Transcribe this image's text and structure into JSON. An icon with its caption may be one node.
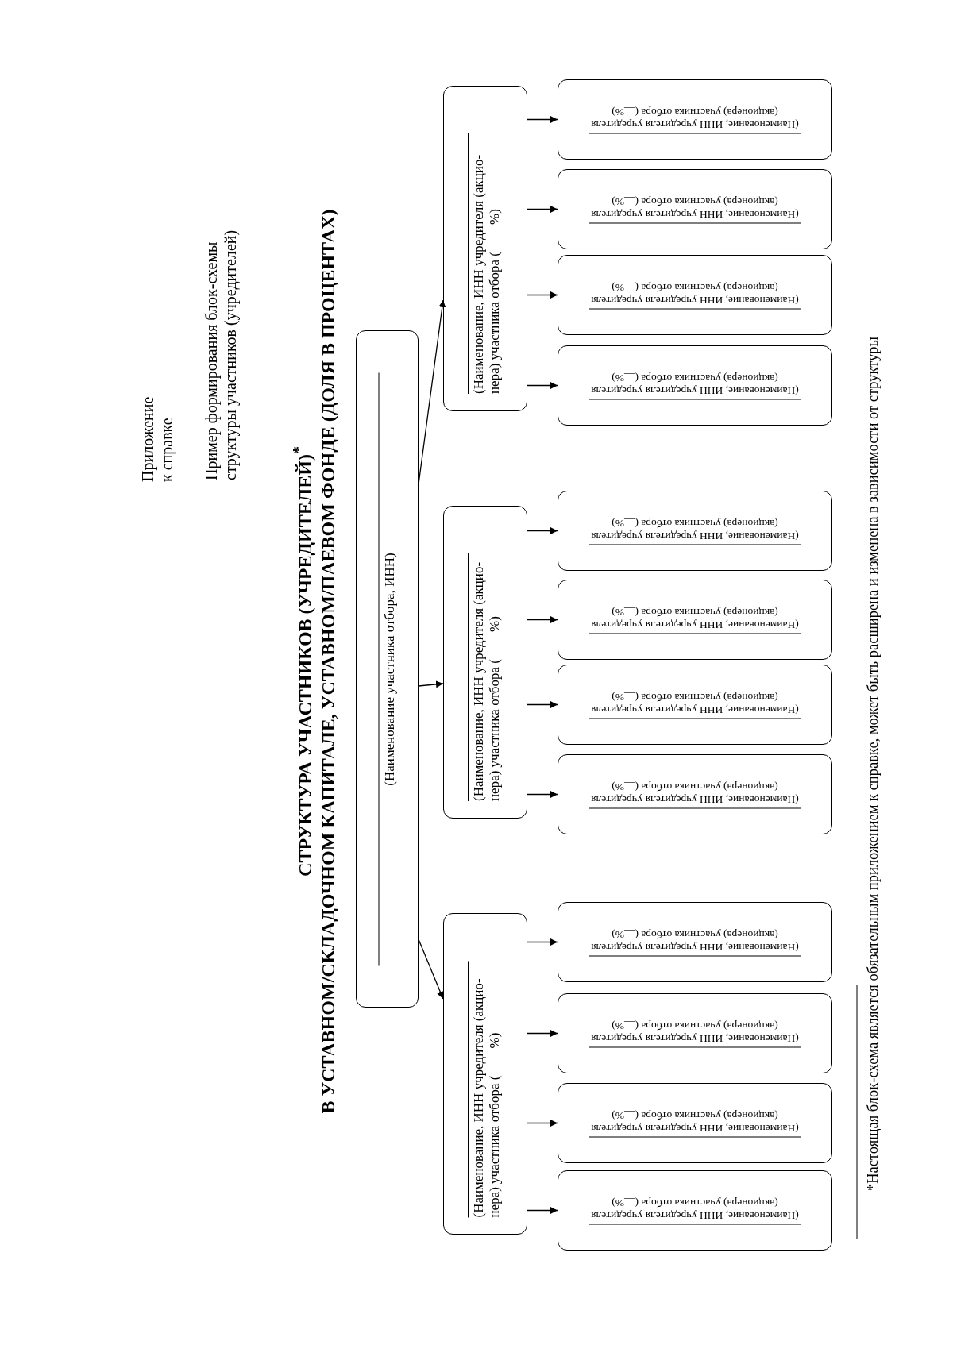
{
  "diagram": {
    "title": "СТРУКТУРА УЧАСТНИКОВ (УЧРЕДИТЕЛЕЙ)$^{*}$ В УСТАВНОМ/СКЛАДОЧНОМ КАПИТАЛЕ, УСТАВНОМ/ПАЕВОМ ФОНДЕ (ДОЛЯ В ПРОЦЕНТАХ)",
    "caption": "*Настоящая блок-схема является обязательным приложением к справке, может быть расширена и изменена в зависимости от структуры",
    "nodes": [
      {
        "text": [
          "(Наименование участника отбора, ИНН)"
        ]
      },
      {
        "text": [
          "(Наименование, ИНН учредителя (акцио- нера) участника отбора (____%)"
        ]
      },
      {
        "text": [
          "(Наименование, ИНН учредителя учредителя (акционера) участника отбора (__%)"
        ]
      },
      {
        "text": [
          "(Наименование, ИНН учредителя учредителя (акционера) участника отбора (__%)"
        ]
      },
      {
        "text": [
          "(Наименование, ИНН учредителя учредителя (акционера) участника отбора (__%)"
        ]
      },
      {
        "text": [
          "(Наименование, ИНН учредителя учредителя (акционера) участника отбора (__%)"
        ]
      },
      {
        "text": [
          "(Наименование, ИНН учредителя (акцио- нера) участника отбора (____%)"
        ]
      },
      {
        "text": [
          "(Наименование, ИНН учредителя учредителя (акционера) участника отбора (__%)"
        ]
      },
      {
        "text": [
          "(Наименование, ИНН учредителя учредителя (акционера) участника отбора (__%)"
        ]
      },
      {
        "text": [
          "(Наименование, ИНН учредителя учредителя (акционера) участника отбора (__%)"
        ]
      },
      {
        "text": [
          "(Наименование, ИНН учредителя учредителя (акционера) участника отбора (__%)"
        ]
      },
      {
        "text": [
          "(Наименование, ИНН учредителя (акцио- нера) участника отбора (____%)"
        ]
      },
      {
        "text": [
          "(Наименование, ИНН учредителя учредителя (акционера) участника отбора (__%)"
        ]
      },
      {
        "text": [
          "(Наименование, ИНН учредителя учредителя (акционера) участника отбора (__%)"
        ]
      },
      {
        "text": [
          "(Наименование, ИНН учредителя учредителя (акционера) участника отбора (__%)"
        ]
      },
      {
        "text": [
          "(Наименование, ИНН учредителя учредителя (акционера) участника отбора (__%)"
        ]
      }
    ],
    "edges": [
      {
        "from": 0,
        "to": 1,
        "arrow": "to"
      },
      {
        "from": 0,
        "to": 6,
        "arrow": "to"
      },
      {
        "from": 0,
        "to": 11,
        "arrow": "to"
      },
      {
        "from": 1,
        "to": 2,
        "arrow": "to"
      },
      {
        "from": 1,
        "to": 3,
        "arrow": "to"
      },
      {
        "from": 1,
        "to": 4,
        "arrow": "to"
      },
      {
        "from": 1,
        "to": 5,
        "arrow": "to"
      },
      {
        "from": 6,
        "to": 7,
        "arrow": "to"
      },
      {
        "from": 6,
        "to": 8,
        "arrow": "to"
      },
      {
        "from": 6,
        "to": 9,
        "arrow": "to"
      },
      {
        "from": 6,
        "to": 10,
        "arrow": "to"
      },
      {
        "from": 11,
        "to": 12,
        "arrow": "to"
      },
      {
        "from": 11,
        "to": 13,
        "arrow": "to"
      },
      {
        "from": 11,
        "to": 14,
        "arrow": "to"
      },
      {
        "from": 11,
        "to": 15,
        "arrow": "to"
      }
    ],
    "labels": [
      "Приложение к справке",
      "Пример формирования блок-схемы структуры участников (учредителей)"
    ]
  }
}
